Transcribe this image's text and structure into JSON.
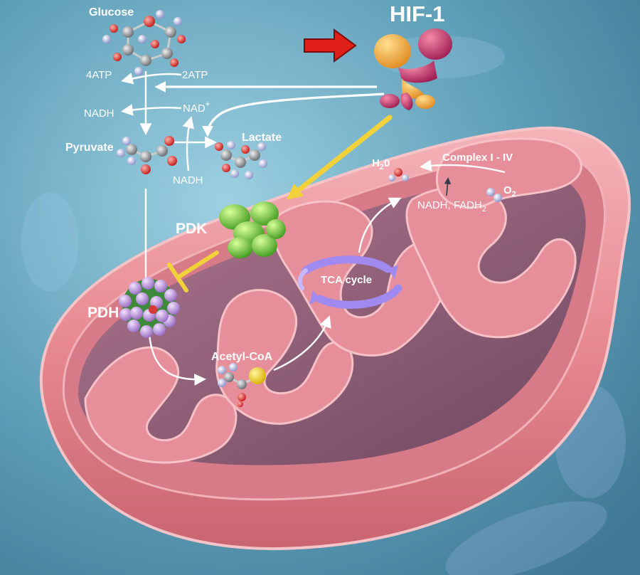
{
  "diagram": {
    "labels": {
      "glucose": "Glucose",
      "atp_out": "4ATP",
      "atp_in": "2ATP",
      "nadh_left": "NADH",
      "nad_plus": "NAD",
      "nad_plus_sup": "+",
      "pyruvate": "Pyruvate",
      "lactate": "Lactate",
      "nadh_bottom": "NADH",
      "hif1": "HIF-1",
      "pdk": "PDK",
      "pdh": "PDH",
      "acetyl_coa": "Acetyl-CoA",
      "tca_cycle": "TCA cycle",
      "water": "H",
      "water_sub": "2",
      "water_tail": "0",
      "complex": "Complex I - IV",
      "nadh_fadh": "NADH, FADH",
      "nadh_fadh_sub": "2",
      "oxygen": "O",
      "oxygen_sub": "2"
    },
    "colors": {
      "background": "#5f9fb8",
      "mito_outer": "#e88a92",
      "mito_inner": "#c67681",
      "matrix": "#8a5a72",
      "hif_orange": "#f0a030",
      "hif_magenta": "#c0306a",
      "pdk_green": "#6fc23a",
      "pdh_purple": "#b48ad6",
      "arrow_red": "#e02018",
      "arrow_yellow": "#f2d23a",
      "tca_purple": "#a08af0"
    }
  }
}
